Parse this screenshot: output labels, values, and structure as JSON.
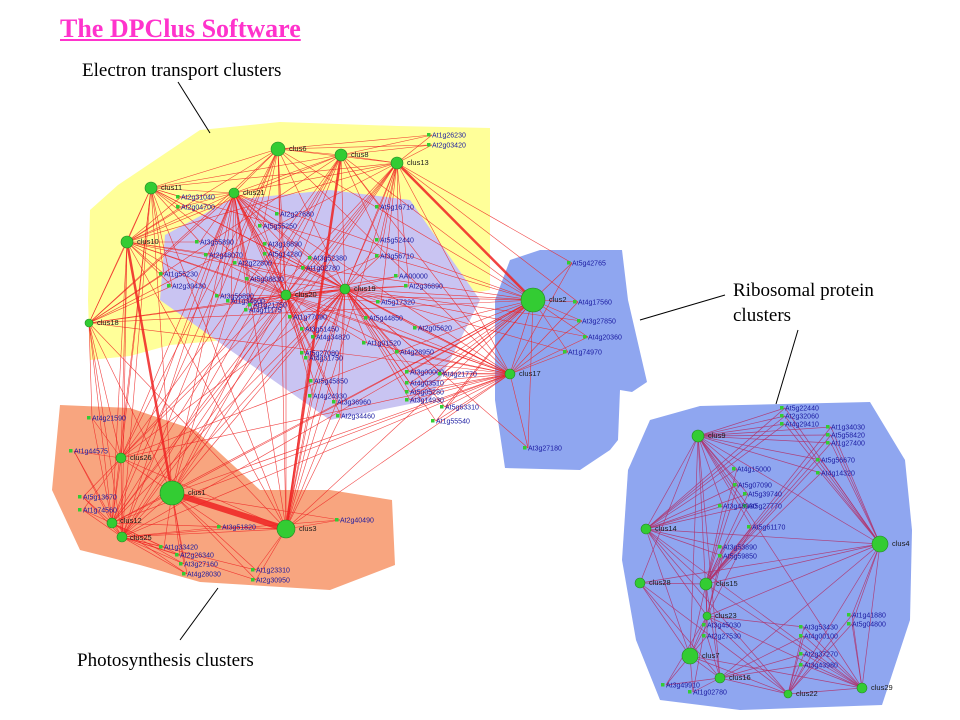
{
  "title": "The DPClus Software",
  "captions": {
    "electron": "Electron transport clusters",
    "ribosomal_line1": "Ribosomal protein",
    "ribosomal_line2": "clusters",
    "photosynthesis": "Photosynthesis clusters"
  },
  "colors": {
    "title": "#ff33cc",
    "electron_region": "#ffff99",
    "photosynthesis_region": "#f8a57f",
    "ribosomal_region": "#8fa6f0",
    "lavender_region": "#c9c4f2",
    "edge_left": "#ee2222",
    "edge_right": "#b0306a",
    "node": "#33cc33",
    "node_label": "#1a1aa0"
  },
  "left_network": {
    "clusters": [
      "clus6",
      "clus8",
      "clus13",
      "clus11",
      "clus21",
      "clus10",
      "clus18",
      "clus20",
      "clus19",
      "clus2",
      "clus17",
      "clus26",
      "clus12",
      "clus25",
      "clus1",
      "clus3"
    ],
    "genes": [
      "At1g26230",
      "At2g03420",
      "At2g31040",
      "At2g04700",
      "At5g16710",
      "At2g27680",
      "At5g55250",
      "At3g55890",
      "At3g18890",
      "At2g48070",
      "At5g14280",
      "At2g22800",
      "At3g52380",
      "At1g02780",
      "At5g52440",
      "At3g56710",
      "At1g55230",
      "At2g39430",
      "At5g08830",
      "AA00000",
      "At2g36890",
      "At3g56890",
      "At1g34600",
      "At1g21750",
      "At5g17320",
      "At4g11175",
      "At1g77090",
      "At3g51450",
      "At5g44850",
      "At2g05620",
      "At4g34820",
      "At5g27080",
      "At4g31750",
      "At1g01520",
      "At4g28950",
      "At3g00000",
      "At4g21770",
      "At4g03510",
      "At5g05280",
      "At3g14930",
      "At5g45850",
      "At4g24930",
      "At3g36960",
      "At2g34460",
      "At5g63310",
      "At1g55540",
      "At5g42765",
      "At4g17560",
      "At3g27850",
      "At4g20360",
      "At1g74970",
      "At3g27180",
      "At4g21590",
      "At1g44575",
      "At5g13670",
      "At1g74560",
      "At3g51820",
      "At2g40490",
      "At1g33420",
      "At2g26340",
      "At3g27160",
      "At4g28030",
      "At1g23310",
      "At2g30950"
    ]
  },
  "right_network": {
    "clusters": [
      "clus9",
      "clus14",
      "clus4",
      "clus28",
      "clus15",
      "clus23",
      "clus7",
      "clus16",
      "clus22",
      "clus29"
    ],
    "genes": [
      "At5g22440",
      "At2g32060",
      "At4g29410",
      "At1g34030",
      "At5g58420",
      "At1g27400",
      "At5g56670",
      "At4g14320",
      "At4g15000",
      "At5g07090",
      "At5g39740",
      "At5g27770",
      "At3g48930",
      "At5g61170",
      "At3g53890",
      "At5g59850",
      "At3g45030",
      "At2g27530",
      "At3g53430",
      "At4g00100",
      "At1g41880",
      "At5g04800",
      "At2g37270",
      "At3g43980",
      "At3g49910",
      "At1g02780"
    ]
  }
}
